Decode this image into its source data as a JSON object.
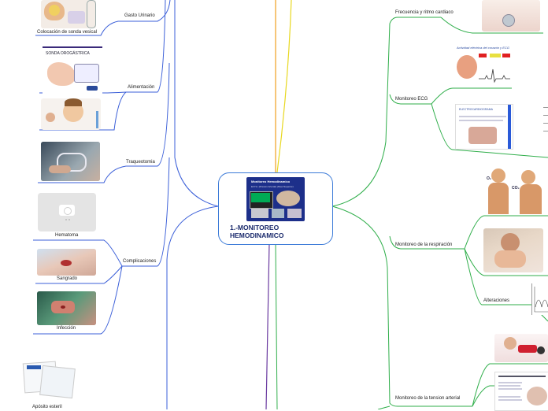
{
  "central": {
    "title_line1": "1.-MONITOREO",
    "title_line2": "HEMODINAMICO",
    "slide_title": "Monitoreo Hemodinamico",
    "slide_text": "El P.A. (Presion Arterial) (Nivel Superior)"
  },
  "left": {
    "gasto_urinario": "Gasto Urinario",
    "sonda_vesical_caption": "Colocación de sonda vesical",
    "alimentacion": "Alimentación",
    "sonda_orogastrica_text": "SONDA OROGÁSTRICA",
    "traqueotomia": "Traqueotomia",
    "complicaciones": "Complicaciones",
    "hematoma": "Hematoma",
    "sangrado": "Sangrado",
    "infeccion": "Infección",
    "aposito": "Apósito esteril"
  },
  "right": {
    "frecuencia": "Frecuencia y ritmo cardiaco",
    "ecg": "Monitoreo ECG",
    "ecg_img_title": "Actividad eléctrica del corazón y ECG",
    "electro_title": "ELECTROCARDIOGRAMA",
    "respiracion": "Monitoreo de la respiración",
    "o2_label": "O₂",
    "co2_label": "CO₂",
    "alteraciones": "Alteraciones",
    "tension": "Monitoreo de la tension arterial"
  },
  "colors": {
    "central_border": "#3b7ad8",
    "left_branch": "#3b5fd8",
    "right_branch": "#2fae4a",
    "orange_line": "#f0a020",
    "yellow_line": "#e8d820",
    "purple_line": "#6a3aa0",
    "central_title": "#1a2a6c"
  }
}
